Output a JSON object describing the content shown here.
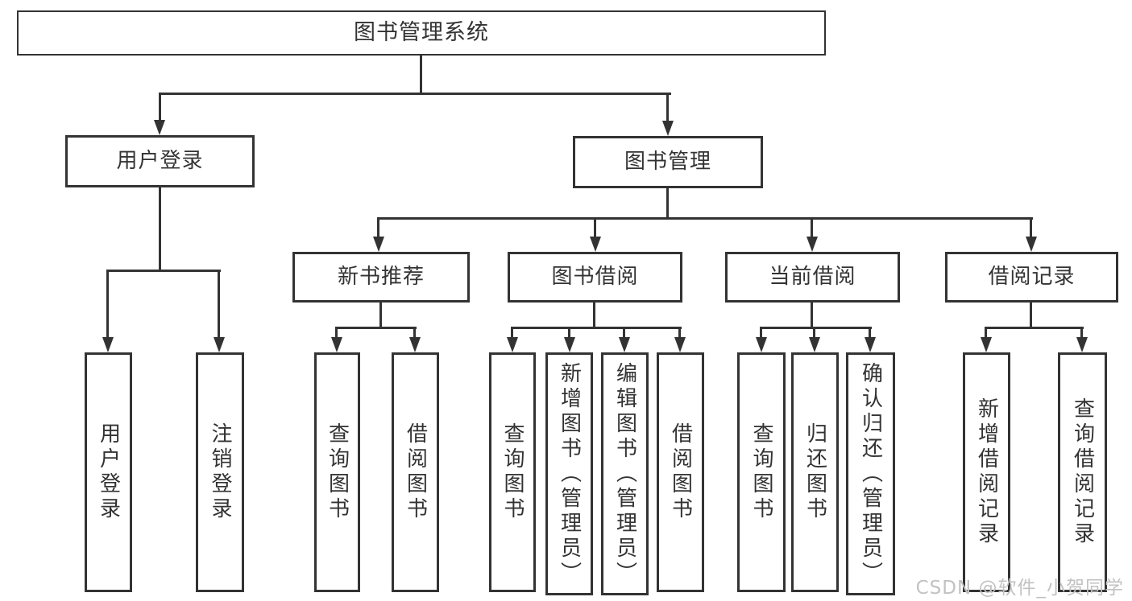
{
  "diagram": {
    "type": "tree",
    "root": {
      "label": "图书管理系统",
      "children": [
        {
          "label": "用户登录",
          "children": [
            {
              "label": "用户登录"
            },
            {
              "label": "注销登录"
            }
          ]
        },
        {
          "label": "图书管理",
          "children": [
            {
              "label": "新书推荐",
              "children": [
                {
                  "label": "查询图书"
                },
                {
                  "label": "借阅图书"
                }
              ]
            },
            {
              "label": "图书借阅",
              "children": [
                {
                  "label": "查询图书"
                },
                {
                  "label": "新增图书（管理员）"
                },
                {
                  "label": "编辑图书（管理员）"
                },
                {
                  "label": "借阅图书"
                }
              ]
            },
            {
              "label": "当前借阅",
              "children": [
                {
                  "label": "查询图书"
                },
                {
                  "label": "归还图书"
                },
                {
                  "label": "确认归还（管理员）"
                }
              ]
            },
            {
              "label": "借阅记录",
              "children": [
                {
                  "label": "新增借阅记录"
                },
                {
                  "label": "查询借阅记录"
                }
              ]
            }
          ]
        }
      ]
    }
  },
  "colors": {
    "line": "#333333",
    "text": "#333333",
    "background": "#ffffff",
    "watermark": "#c2c2c2"
  },
  "watermark": {
    "text": "CSDN @软件_小贺同学"
  }
}
